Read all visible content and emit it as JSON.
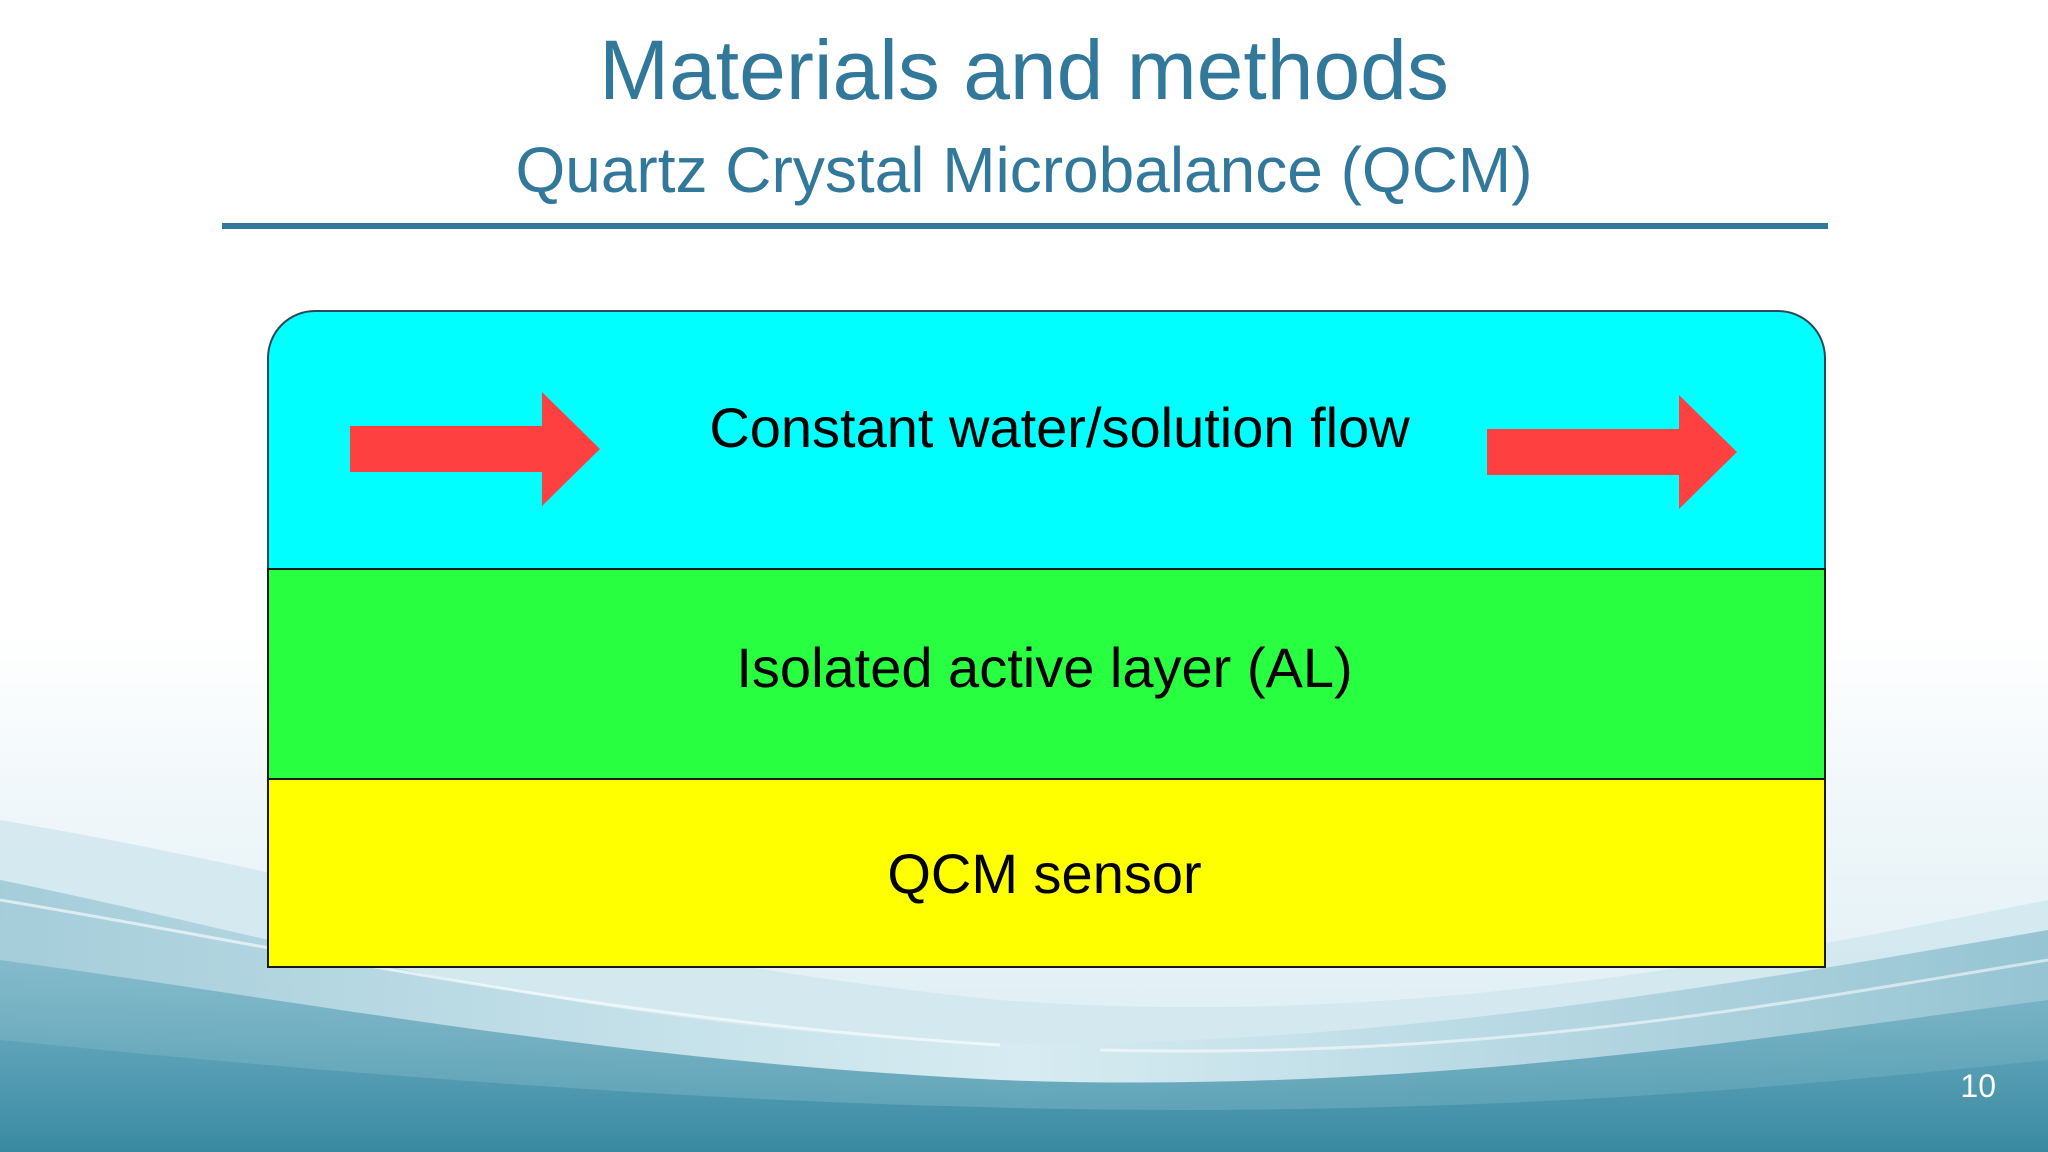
{
  "slide": {
    "title": "Materials and methods",
    "subtitle": "Quartz Crystal Microbalance (QCM)",
    "page_number": "10"
  },
  "diagram": {
    "layers": [
      {
        "label": "Constant water/solution flow",
        "color": "#00ffff"
      },
      {
        "label": "Isolated active layer (AL)",
        "color": "#28ff40"
      },
      {
        "label": "QCM sensor",
        "color": "#ffff00"
      }
    ],
    "arrows": [
      {
        "icon": "right-arrow-icon",
        "color": "#ff4040"
      },
      {
        "icon": "right-arrow-icon",
        "color": "#ff4040"
      }
    ]
  },
  "colors": {
    "accent": "#31789a",
    "wave_dark": "#3f8fa6",
    "wave_light": "#bfe0ea"
  }
}
